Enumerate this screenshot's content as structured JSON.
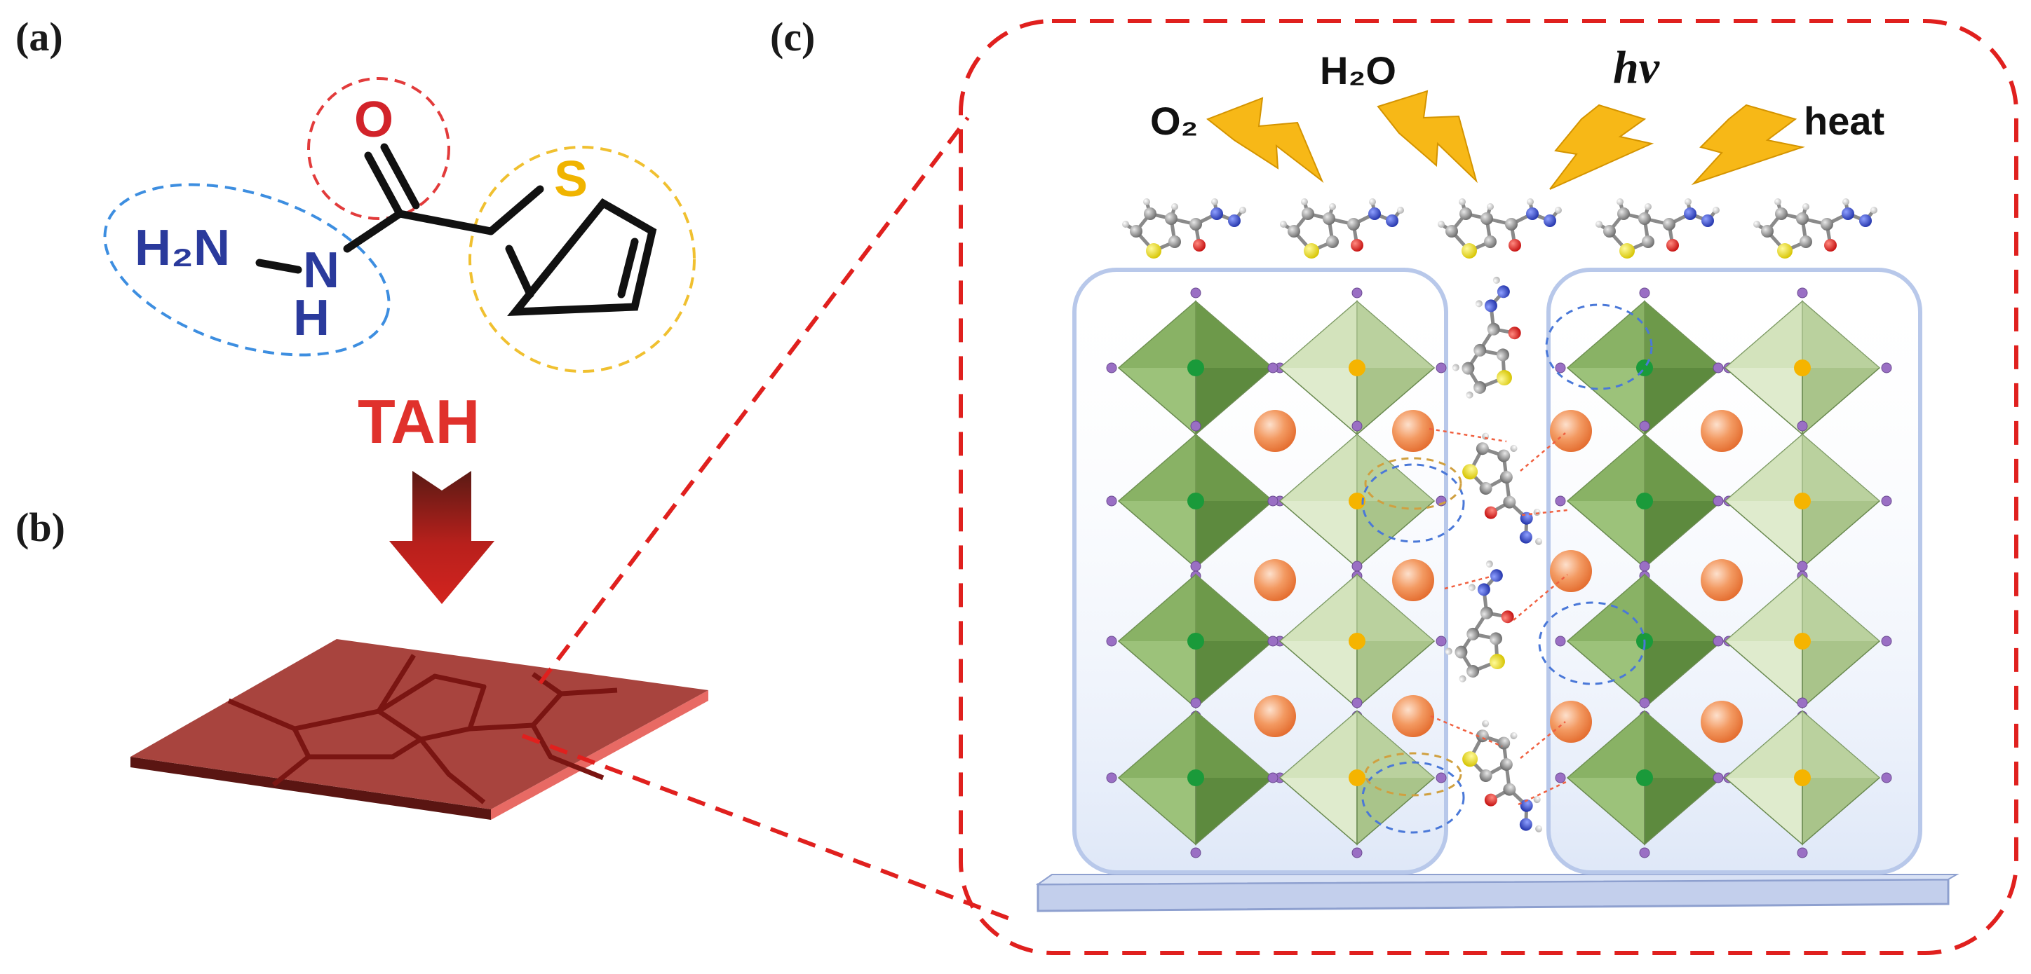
{
  "panels": {
    "a": "(a)",
    "b": "(b)",
    "c": "(c)"
  },
  "molecule": {
    "name": "TAH",
    "oxygen": "O",
    "sulfur": "S",
    "amine": "H₂N",
    "imine_n": "N",
    "imine_h": "H"
  },
  "stimuli": {
    "oxygen": "O₂",
    "water": "H₂O",
    "light": "hv",
    "heat": "heat"
  },
  "colors": {
    "oxygen_label": "#d2232a",
    "sulfur_label": "#f0b400",
    "nitrogen_label": "#2a3a9c",
    "tah_label": "#e0312c",
    "frame": "#e0201e",
    "film_top": "#a8443e",
    "film_grain": "#7a1512",
    "octa_dark": "#6d9b4a",
    "octa_light": "#c8dcae",
    "b_site_dark": "#1a9a3a",
    "b_site_light": "#f5b400",
    "cation": "#f07a3c",
    "halide": "#9a6fc4",
    "bolt": "#f7b817",
    "substrate": "#c3cfec"
  }
}
